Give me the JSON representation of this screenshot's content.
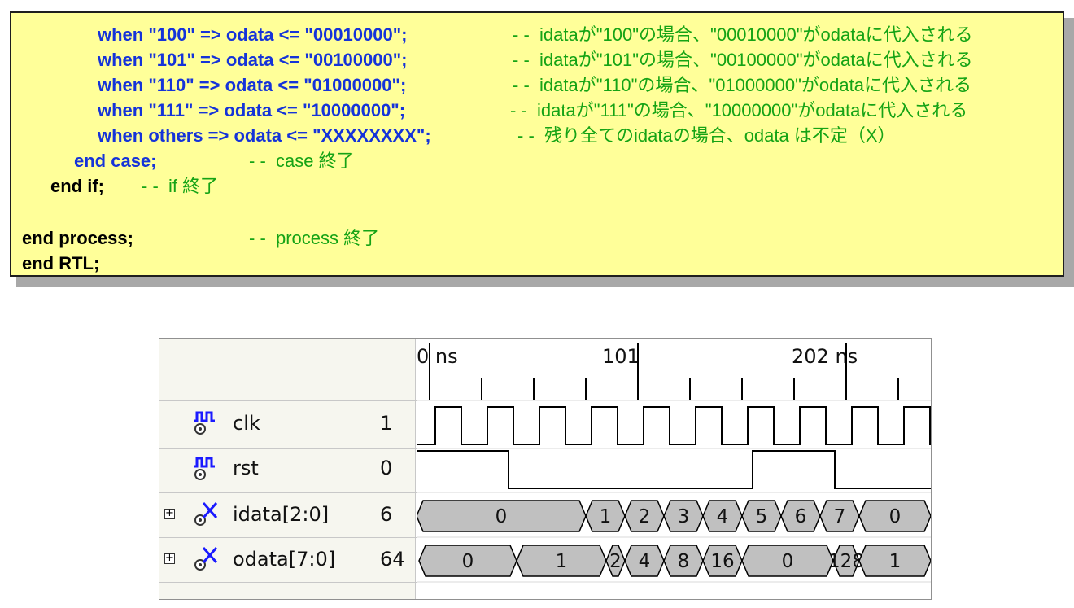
{
  "code": {
    "lines": [
      {
        "code": "when \"100\" => odata <= \"00010000\";",
        "comment": "- -  idataが\"100\"の場合、\"00010000\"がodataに代入される"
      },
      {
        "code": "when \"101\" => odata <= \"00100000\";",
        "comment": "- -  idataが\"101\"の場合、\"00100000\"がodataに代入される"
      },
      {
        "code": "when \"110\" => odata <= \"01000000\";",
        "comment": "- -  idataが\"110\"の場合、\"01000000\"がodataに代入される"
      },
      {
        "code": "when \"111\" => odata <= \"10000000\";",
        "comment": "- -  idataが\"111\"の場合、\"10000000\"がodataに代入される"
      },
      {
        "code": "when others => odata <= \"XXXXXXXX\";",
        "comment": "- -  残り全てのidataの場合、odata は不定（X）"
      },
      {
        "code": "end case;",
        "comment": "- -  case 終了"
      },
      {
        "code": "end if;",
        "comment": "- -  if 終了"
      },
      {
        "code": "end process;",
        "comment": "- -  process 終了"
      },
      {
        "code": "end RTL;",
        "comment": ""
      }
    ]
  },
  "waveform": {
    "time_labels": [
      "0 ns",
      "101",
      "202 ns"
    ],
    "signals": [
      {
        "name": "clk",
        "value": "1",
        "icon": "clock-signal-icon"
      },
      {
        "name": "rst",
        "value": "0",
        "icon": "clock-signal-icon"
      },
      {
        "name": "idata[2:0]",
        "value": "6",
        "icon": "bus-signal-icon",
        "expand": "+"
      },
      {
        "name": "odata[7:0]",
        "value": "64",
        "icon": "bus-signal-icon",
        "expand": "+"
      }
    ],
    "idata_segments": [
      "0",
      "1",
      "2",
      "3",
      "4",
      "5",
      "6",
      "7",
      "0"
    ],
    "odata_segments": [
      "0",
      "1",
      "2",
      "4",
      "8",
      "16",
      "0",
      "128",
      "1"
    ]
  },
  "colors": {
    "keyword": "#1533d9",
    "comment": "#15a315",
    "code_bg": "#ffff99",
    "bus_fill": "#c0c0c0"
  }
}
